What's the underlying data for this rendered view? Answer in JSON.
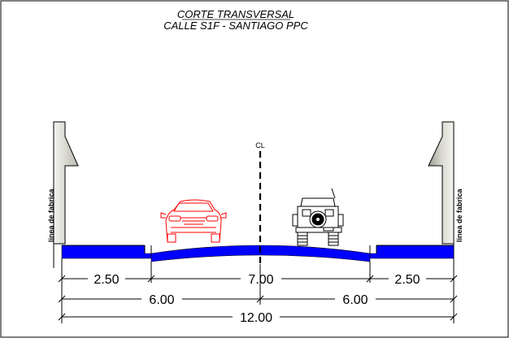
{
  "title": {
    "line1": "CORTE TRANSVERSAL",
    "line2": "CALLE S1F - SANTIAGO PPC"
  },
  "centerline_label": "CL",
  "property_line_label": "linea de fabrica",
  "dimensions": {
    "left_sidewalk": "2.50",
    "roadway": "7.00",
    "right_sidewalk": "2.50",
    "left_half": "6.00",
    "right_half": "6.00",
    "total": "12.00"
  },
  "colors": {
    "pavement": "#0000ff",
    "car_outline": "#ff0000",
    "wall_fill": "#e2e2dc",
    "line": "#000000"
  },
  "icons": {
    "car": "sedan-front-view-icon",
    "jeep": "jeep-rear-view-icon"
  }
}
